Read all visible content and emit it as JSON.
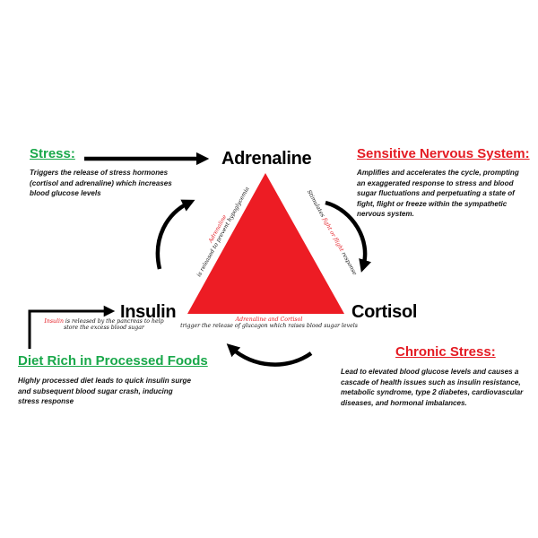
{
  "nodes": {
    "adrenaline": "Adrenaline",
    "cortisol": "Cortisol",
    "insulin": "Insulin"
  },
  "stress": {
    "heading": "Stress:",
    "text": "Triggers the release of stress hormones (cortisol and adrenaline) which increases blood glucose levels"
  },
  "sensitive_nervous_system": {
    "heading": "Sensitive Nervous System:",
    "text": "Amplifies and accelerates the cycle, prompting an exaggerated response to stress and blood sugar fluctuations and perpetuating a state of fight, flight or freeze within the sympathetic nervous system."
  },
  "chronic_stress": {
    "heading": "Chronic Stress:",
    "text": "Lead to elevated blood glucose levels and causes a cascade of health issues such as insulin resistance, metabolic syndrome, type 2 diabetes, cardiovascular diseases, and hormonal imbalances."
  },
  "diet": {
    "heading": "Diet Rich in Processed Foods",
    "text": "Highly processed diet leads to quick insulin surge and subsequent blood sugar crash, inducing stress response"
  },
  "edges": {
    "adrenaline_cortisol": {
      "before": "Stimulates ",
      "highlight": "fight or flight",
      "after": " response"
    },
    "cortisol_insulin": {
      "highlight": "Adrenaline and Cortisol",
      "rest": "trigger the release of glucagon which raises blood sugar levels"
    },
    "insulin_adrenaline": {
      "highlight": "Adrenaline",
      "rest": "is released to prevent hypoglycemia"
    },
    "insulin_note": {
      "highlight": "Insulin",
      "rest_line1": " is released by the pancreas to help",
      "rest_line2": "store the excess blood sugar"
    }
  },
  "colors": {
    "triangle": "#ed1c24",
    "green": "#19a84a",
    "red": "#e41b23",
    "arrow": "#000000"
  }
}
